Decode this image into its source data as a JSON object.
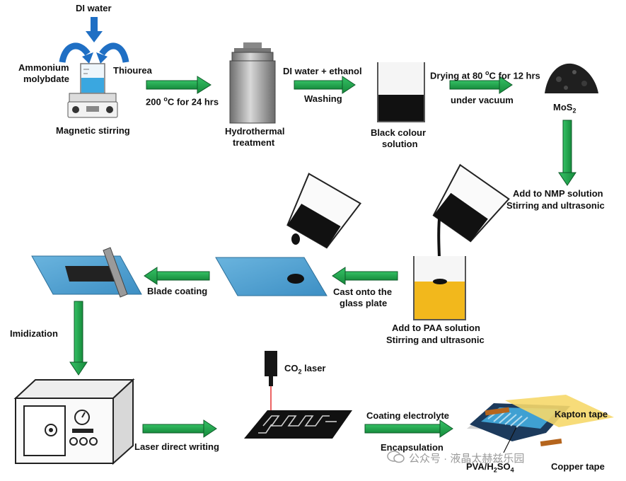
{
  "inputs": {
    "di_water": "DI water",
    "ammonium_molybdate": [
      "Ammonium",
      "molybdate"
    ],
    "thiourea": "Thiourea"
  },
  "steps": {
    "magnetic_stirring": "Magnetic stirring",
    "temp_time": "200 ",
    "temp_time_sup": "o",
    "temp_time_rest": "C for 24 hrs",
    "hydrothermal": [
      "Hydrothermal",
      "treatment"
    ],
    "di_ethanol": "DI water + ethanol",
    "washing": "Washing",
    "black_solution": [
      "Black colour",
      "solution"
    ],
    "drying_a": "Drying at 80 ",
    "drying_sup": "o",
    "drying_b": "C for 12 hrs",
    "under_vacuum": "under vacuum",
    "mos2_a": "MoS",
    "mos2_sub": "2",
    "nmp": [
      "Add to NMP solution",
      "Stirring and ultrasonic"
    ],
    "paa": [
      "Add to PAA solution",
      "Stirring and ultrasonic"
    ],
    "cast": [
      "Cast onto the",
      "glass plate"
    ],
    "blade": "Blade coating",
    "imidization": "Imidization",
    "laser_write": "Laser direct writing",
    "co2_a": "CO",
    "co2_sub": "2",
    "co2_b": " laser",
    "coating_electrolyte": "Coating electrolyte",
    "encapsulation": "Encapsulation",
    "kapton": "Kapton tape",
    "copper": "Copper tape",
    "pva_a": "PVA/H",
    "pva_sub1": "2",
    "pva_b": "SO",
    "pva_sub2": "4"
  },
  "watermark": {
    "text": "公众号 · 液晶太赫兹乐园"
  },
  "colors": {
    "arrow_green": "#1fa34a",
    "arrow_edge": "#0d5a28",
    "blue_arrow": "#1f6fc4",
    "glass": "#4e9fcf",
    "paa_yellow": "#f2b81c",
    "black": "#111111"
  }
}
